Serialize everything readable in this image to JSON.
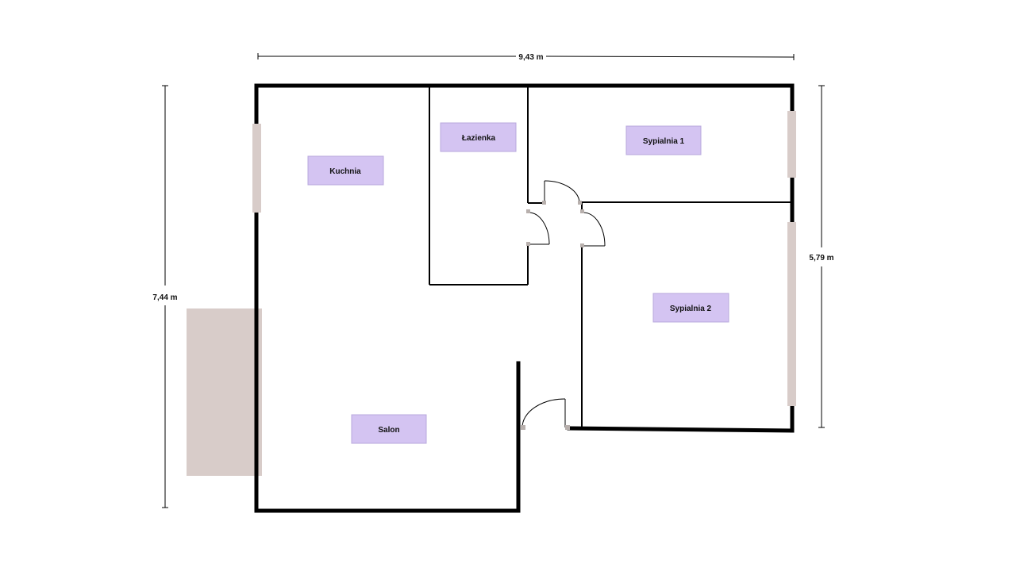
{
  "colors": {
    "wall": "#000000",
    "window": "#d8ccc9",
    "balcony": "#d8ccc9",
    "label_bg": "#d4c4f2",
    "label_border": "#b8a8dc",
    "door_hinge": "#b8b0ad"
  },
  "rooms": {
    "kuchnia": "Kuchnia",
    "lazienka": "Łazienka",
    "sypialnia1": "Sypialnia 1",
    "sypialnia2": "Sypialnia 2",
    "salon": "Salon"
  },
  "dimensions": {
    "width": "9,43 m",
    "height_left": "7,44 m",
    "height_right": "5,79 m"
  }
}
